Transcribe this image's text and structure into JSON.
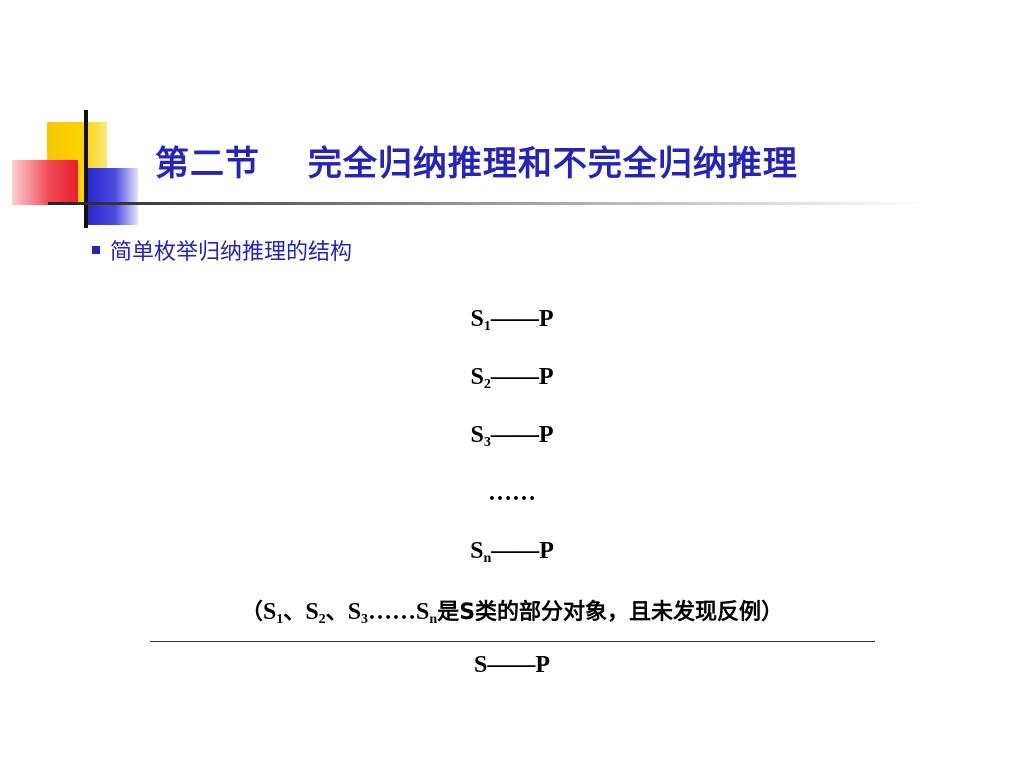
{
  "slide": {
    "title": "第二节　 完全归纳推理和不完全归纳推理",
    "bullet": "简单枚举归纳推理的结构"
  },
  "structure": {
    "subject": "S",
    "predicate": "P",
    "dash": "——",
    "subscripts": [
      "1",
      "2",
      "3",
      "n"
    ],
    "ellipsis": "……",
    "condition": {
      "open_paren": "（",
      "sep": "、",
      "ellipsis": "……",
      "text": "是S类的部分对象，且未发现反例",
      "close_paren": "）"
    }
  },
  "colors": {
    "title": "#2424b8",
    "text": "#000000",
    "deco_yellow": "#f7c600",
    "deco_blue": "#2a2ad0",
    "deco_red": "#e8202e"
  }
}
